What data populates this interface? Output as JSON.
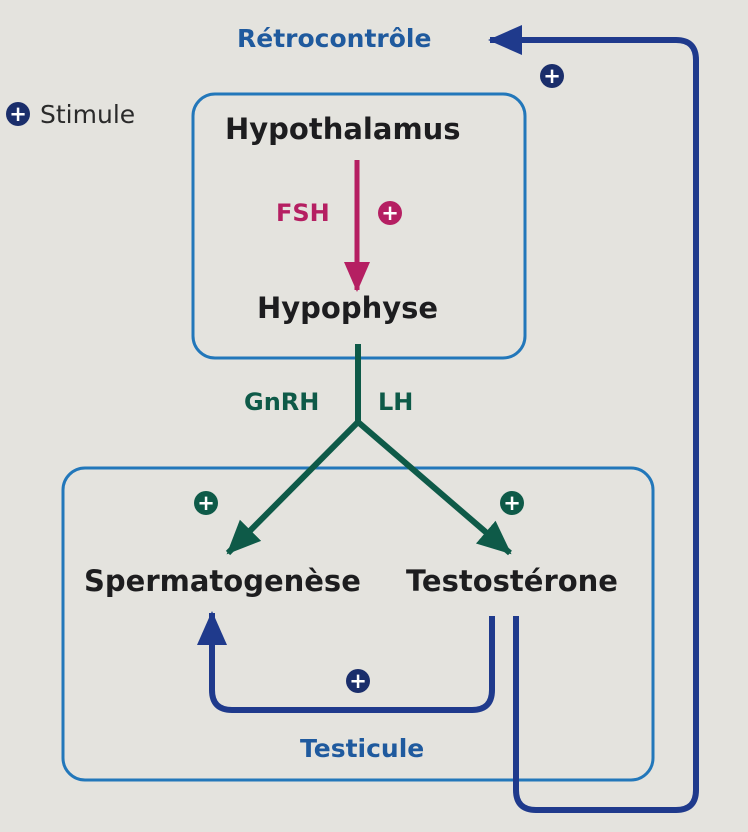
{
  "labels": {
    "retrocontrole": "Rétrocontrôle",
    "stimule": "Stimule",
    "hypothalamus": "Hypothalamus",
    "fsh": "FSH",
    "hypophyse": "Hypophyse",
    "gnrh": "GnRH",
    "lh": "LH",
    "spermatogenese": "Spermatogenèse",
    "testosterone": "Testostérone",
    "testicule": "Testicule"
  },
  "plus_symbol": "+",
  "colors": {
    "box_border": "#2277ba",
    "feedback": "#1f3a8c",
    "fsh": "#b51f62",
    "gonadotropin": "#0e5a48",
    "text_dark": "#1d1d1f",
    "title_blue": "#1f5a9e"
  }
}
